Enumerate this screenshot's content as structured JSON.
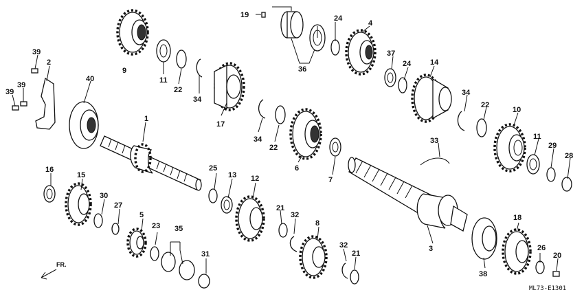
{
  "diagram": {
    "code": "ML73-E1301",
    "direction_label": "FR.",
    "callouts": [
      "1",
      "2",
      "3",
      "4",
      "5",
      "6",
      "7",
      "8",
      "9",
      "10",
      "11",
      "11",
      "12",
      "13",
      "14",
      "15",
      "16",
      "17",
      "18",
      "19",
      "20",
      "21",
      "21",
      "22",
      "22",
      "22",
      "23",
      "24",
      "24",
      "25",
      "26",
      "27",
      "28",
      "29",
      "30",
      "31",
      "32",
      "32",
      "33",
      "34",
      "34",
      "34",
      "35",
      "36",
      "37",
      "38",
      "39",
      "39",
      "39",
      "40"
    ]
  }
}
